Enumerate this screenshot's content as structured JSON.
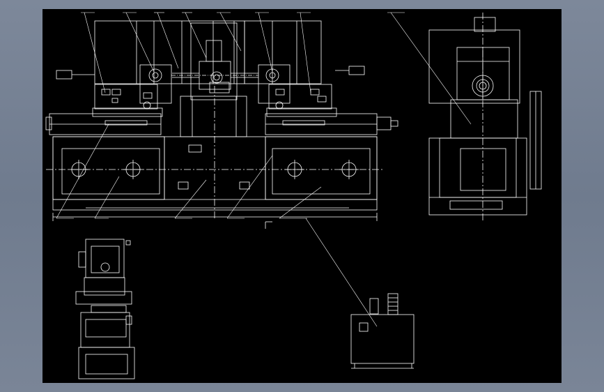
{
  "viewer": {
    "background": "#000000",
    "frame_gradient": [
      "#7d889a",
      "#6f7b8e"
    ]
  },
  "drawing": {
    "line_color": "#ffffff",
    "leader_color": "#ffffff",
    "hatch_color": "#ffffff"
  },
  "views": [
    {
      "id": "front",
      "name": "front-elevation-view"
    },
    {
      "id": "side",
      "name": "side-elevation-view"
    },
    {
      "id": "detail",
      "name": "clamp-detail-view"
    },
    {
      "id": "tank",
      "name": "hydraulic-tank-view"
    }
  ]
}
